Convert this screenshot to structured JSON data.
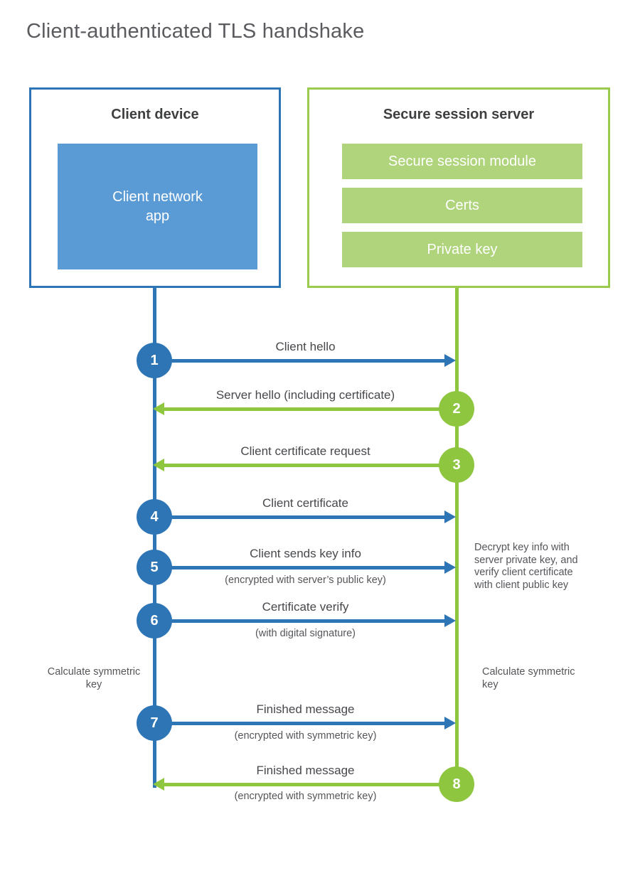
{
  "title": "Client-authenticated TLS handshake",
  "client": {
    "title": "Client device",
    "app_label_lines": [
      "Client network",
      "app"
    ]
  },
  "server": {
    "title": "Secure session server",
    "modules": [
      "Secure session module",
      "Certs",
      "Private key"
    ]
  },
  "messages": [
    {
      "number": "1",
      "label": "Client hello",
      "sublabel": "",
      "direction": "client-to-server",
      "color": "blue"
    },
    {
      "number": "2",
      "label": "Server hello (including certificate)",
      "sublabel": "",
      "direction": "server-to-client",
      "color": "green"
    },
    {
      "number": "3",
      "label": "Client certificate request",
      "sublabel": "",
      "direction": "server-to-client",
      "color": "green"
    },
    {
      "number": "4",
      "label": "Client certificate",
      "sublabel": "",
      "direction": "client-to-server",
      "color": "blue"
    },
    {
      "number": "5",
      "label": "Client sends key info",
      "sublabel": "(encrypted with server’s public key)",
      "direction": "client-to-server",
      "color": "blue"
    },
    {
      "number": "6",
      "label": "Certificate verify",
      "sublabel": "(with digital signature)",
      "direction": "client-to-server",
      "color": "blue"
    },
    {
      "number": "7",
      "label": "Finished message",
      "sublabel": "(encrypted with symmetric key)",
      "direction": "client-to-server",
      "color": "blue"
    },
    {
      "number": "8",
      "label": "Finished message",
      "sublabel": "(encrypted with symmetric key)",
      "direction": "server-to-client",
      "color": "green"
    }
  ],
  "notes": {
    "decrypt_note": "Decrypt key info with server private key, and verify client certificate with client public key",
    "calculate_left": "Calculate symmetric key",
    "calculate_right": "Calculate symmetric key"
  },
  "colors": {
    "blue_dark": "#2E75B6",
    "blue_light": "#5B9BD5",
    "green_strong": "#8FC640",
    "green_light": "#AFD47C",
    "title_gray": "#5A5B5F",
    "label_gray": "#47484C"
  }
}
